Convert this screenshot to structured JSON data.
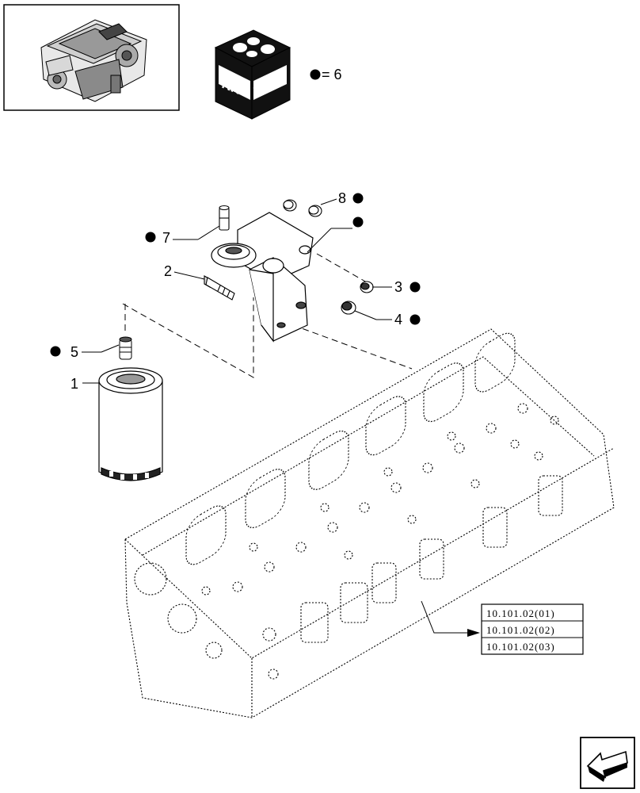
{
  "kit_label": "KIT",
  "kit_legend": {
    "text": "= 6"
  },
  "callouts": [
    {
      "id": "1",
      "label": "1",
      "kit": false
    },
    {
      "id": "2",
      "label": "2",
      "kit": false
    },
    {
      "id": "3",
      "label": "3",
      "kit": true
    },
    {
      "id": "4",
      "label": "4",
      "kit": true
    },
    {
      "id": "5",
      "label": "5",
      "kit": true
    },
    {
      "id": "7",
      "label": "7",
      "kit": true
    },
    {
      "id": "8",
      "label": "8",
      "kit": true
    }
  ],
  "references": [
    "10.101.02(01)",
    "10.101.02(02)",
    "10.101.02(03)"
  ],
  "nav_icon": "next-page-arrow-icon",
  "thumbnail_icon": "engine-thumbnail-icon",
  "colors": {
    "ink": "#000000",
    "paper": "#ffffff"
  }
}
